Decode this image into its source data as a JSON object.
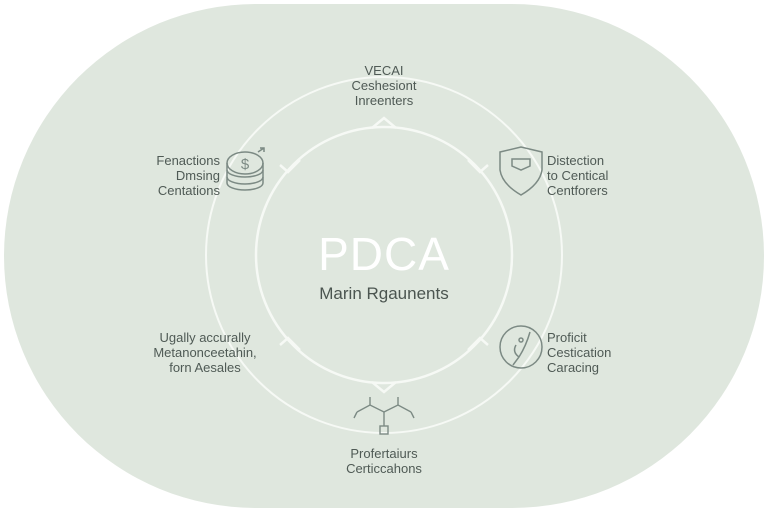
{
  "colors": {
    "background": "#ffffff",
    "shape_fill": "#dfe7de",
    "ring_stroke": "#f6f9f5",
    "icon_stroke": "#7c8a84",
    "text": "#4f5a55"
  },
  "center": {
    "title": "PDCA",
    "subtitle": "Marin Rgaunents"
  },
  "nodes": {
    "top": {
      "icon": "none",
      "lines": [
        "VECAI",
        "Ceshesiont",
        "Inreenters"
      ]
    },
    "top_left": {
      "icon": "coin-stack-icon",
      "lines": [
        "Fenactions",
        "Dmsing",
        "Centations"
      ]
    },
    "top_right": {
      "icon": "shield-icon",
      "lines": [
        "Distection",
        "to Centical",
        "Centforers"
      ]
    },
    "bottom_left": {
      "icon": "none",
      "lines": [
        "Ugally accurally",
        "Metanonceetahin,",
        "forn Aesales"
      ]
    },
    "bottom_right": {
      "icon": "quill-icon",
      "lines": [
        "Proficit",
        "Cestication",
        "Caracing"
      ]
    },
    "bottom": {
      "icon": "molecule-icon",
      "lines": [
        "Profertaiurs",
        "Certiccahons"
      ]
    }
  }
}
